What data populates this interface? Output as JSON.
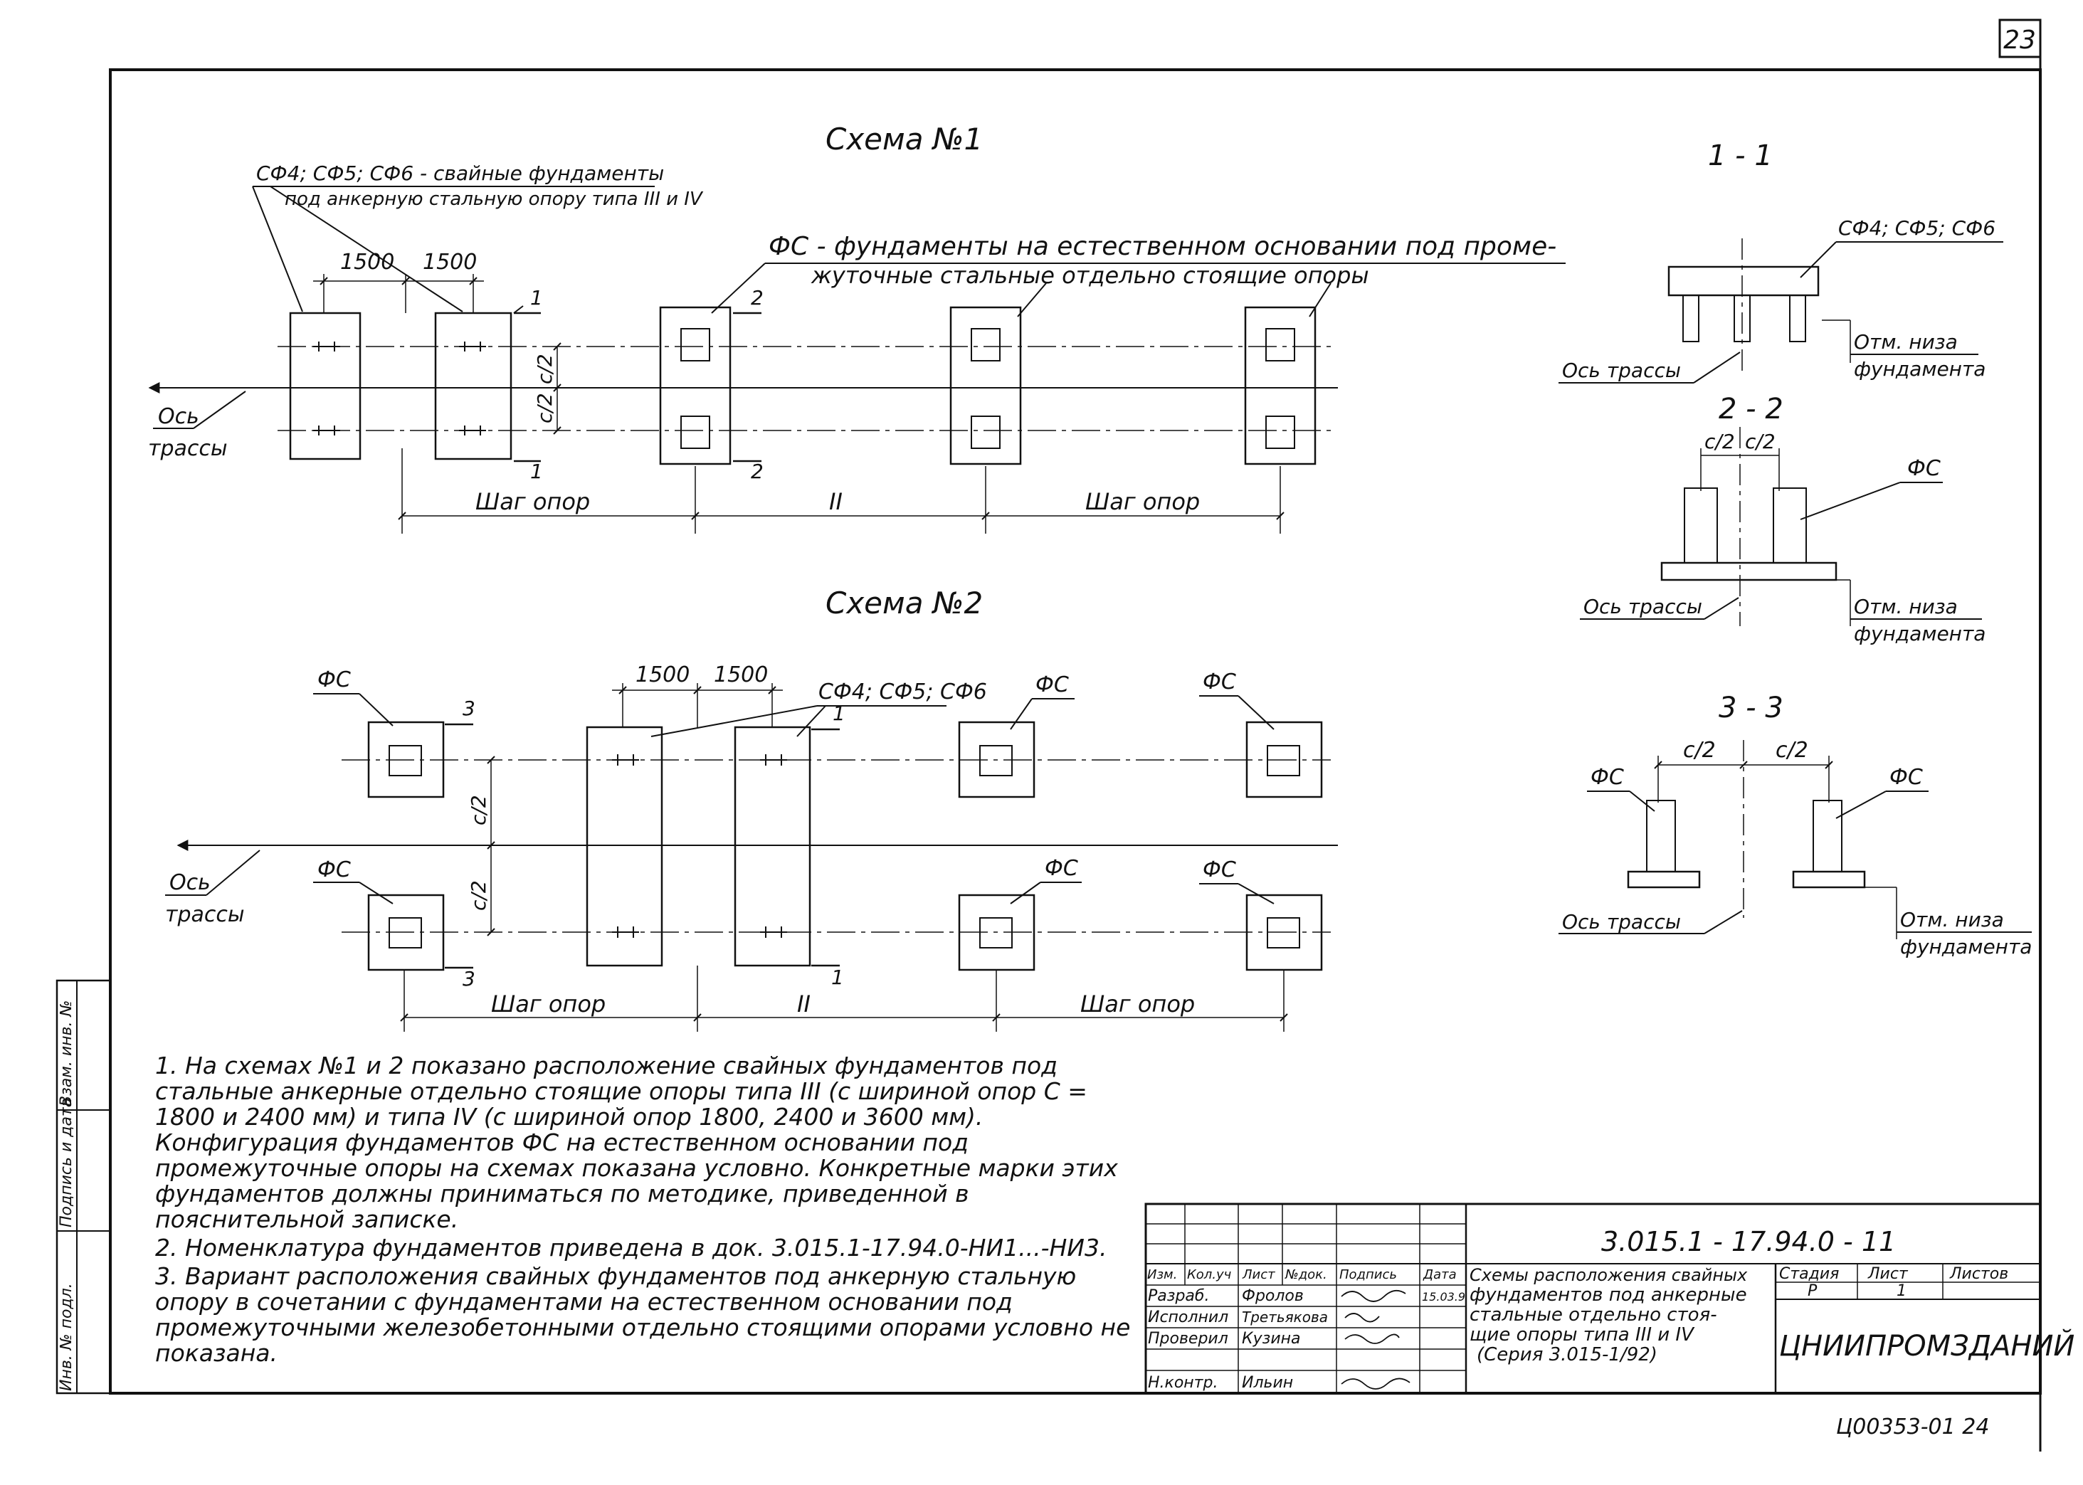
{
  "sheet_number": "23",
  "scheme1": {
    "title": "Схема №1",
    "label_pile": "СФ4; СФ5; СФ6 - свайные фундаменты",
    "label_pile_2": "под анкерную стальную опору типа III и IV",
    "label_fs": "ФС - фундаменты на естественном основании под проме-",
    "label_fs_2": "жуточные стальные отдельно стоящие опоры",
    "dim_1500_a": "1500",
    "dim_1500_b": "1500",
    "dim_c2_a": "с/2",
    "dim_c2_b": "с/2",
    "axis_1": "Ось",
    "axis_2": "трассы",
    "step_left": "Шаг опор",
    "step_mid": "II",
    "step_right": "Шаг опор",
    "sec1_top": "1",
    "sec1_bot": "1",
    "sec2_top": "2",
    "sec2_bot": "2"
  },
  "scheme2": {
    "title": "Схема №2",
    "fs": "ФС",
    "pile": "СФ4; СФ5; СФ6",
    "dim_1500_a": "1500",
    "dim_1500_b": "1500",
    "dim_c2_a": "с/2",
    "dim_c2_b": "с/2",
    "axis_1": "Ось",
    "axis_2": "трассы",
    "step_left": "Шаг опор",
    "step_mid": "II",
    "step_right": "Шаг опор",
    "sec3_top": "3",
    "sec3_bot": "3",
    "sec1_top": "1",
    "sec1_bot": "1"
  },
  "section11": {
    "title": "1 - 1",
    "pile": "СФ4; СФ5; СФ6",
    "axis": "Ось трассы",
    "mark_1": "Отм. низа",
    "mark_2": "фундамента"
  },
  "section22": {
    "title": "2 - 2",
    "c2a": "с/2",
    "c2b": "с/2",
    "fs": "ФС",
    "axis": "Ось трассы",
    "mark_1": "Отм. низа",
    "mark_2": "фундамента"
  },
  "section33": {
    "title": "3 - 3",
    "c2a": "с/2",
    "c2b": "с/2",
    "fs_left": "ФС",
    "fs_right": "ФС",
    "axis": "Ось трассы",
    "mark_1": "Отм. низа",
    "mark_2": "фундамента"
  },
  "notes": [
    "1. На схемах №1 и 2 показано расположение свайных фундаментов под стальные анкерные отдельно стоящие опоры типа III (с шириной опор С = 1800 и 2400 мм) и типа IV (с шириной опор 1800, 2400 и 3600 мм). Конфигурация фундаментов ФС на естественном основании под промежуточные опоры на схемах показана условно. Конкретные марки этих фундаментов должны приниматься по методике, приведенной в пояснительной записке.",
    "2. Номенклатура фундаментов приведена в док. 3.015.1-17.94.0-НИ1...-НИ3.",
    "3. Вариант расположения свайных фундаментов под анкерную стальную опору в сочетании с фундаментами на естественном основании под промежуточными железобетонными отдельно стоящими опорами условно не показана."
  ],
  "side_stamp": {
    "inv_podl": "Инв. № подл.",
    "podpis_data": "Подпись и дата",
    "vzam_inv": "Взам. инв. №"
  },
  "title_block": {
    "doc_code": "3.015.1 - 17.94.0 - 11",
    "headers": [
      "Изм.",
      "Кол.уч",
      "Лист",
      "№док.",
      "Подпись",
      "Дата"
    ],
    "rows": [
      {
        "role": "Разраб.",
        "name": "Фролов",
        "date": "15.03.9"
      },
      {
        "role": "Исполнил",
        "name": "Третьякова",
        "date": ""
      },
      {
        "role": "Проверил",
        "name": "Кузина",
        "date": ""
      },
      {
        "role": "",
        "name": "",
        "date": ""
      },
      {
        "role": "Н.контр.",
        "name": "Ильин",
        "date": ""
      }
    ],
    "description": [
      "Схемы расположения свайных",
      "фундаментов под анкерные",
      "стальные отдельно стоя-",
      "щие опоры типа III и IV",
      "(Серия 3.015-1/92)"
    ],
    "stage_header": "Стадия",
    "sheet_header": "Лист",
    "sheets_header": "Листов",
    "stage_value": "Р",
    "sheet_value": "1",
    "sheets_value": "",
    "org": "ЦНИИПРОМЗДАНИЙ"
  },
  "footer_code": "Ц00353-01  24"
}
